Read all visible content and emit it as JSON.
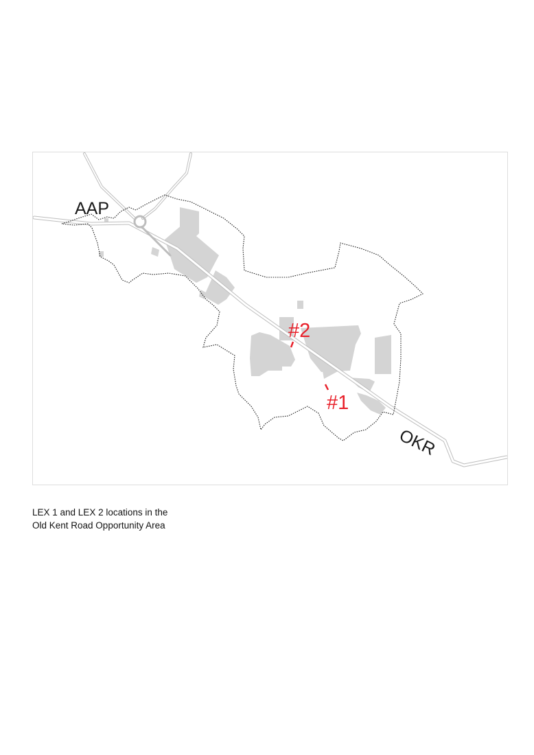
{
  "map": {
    "labels": {
      "aap": "AAP",
      "okr": "OKR",
      "site1": "#1",
      "site2": "#2"
    },
    "colors": {
      "marker": "#e8202a",
      "building": "#d4d4d4",
      "road": "#bdbdbd",
      "boundary": "#222222",
      "frame": "#dddddd"
    }
  },
  "caption": {
    "line1": "LEX 1 and LEX 2 locations in the",
    "line2": "Old Kent Road Opportunity Area"
  }
}
